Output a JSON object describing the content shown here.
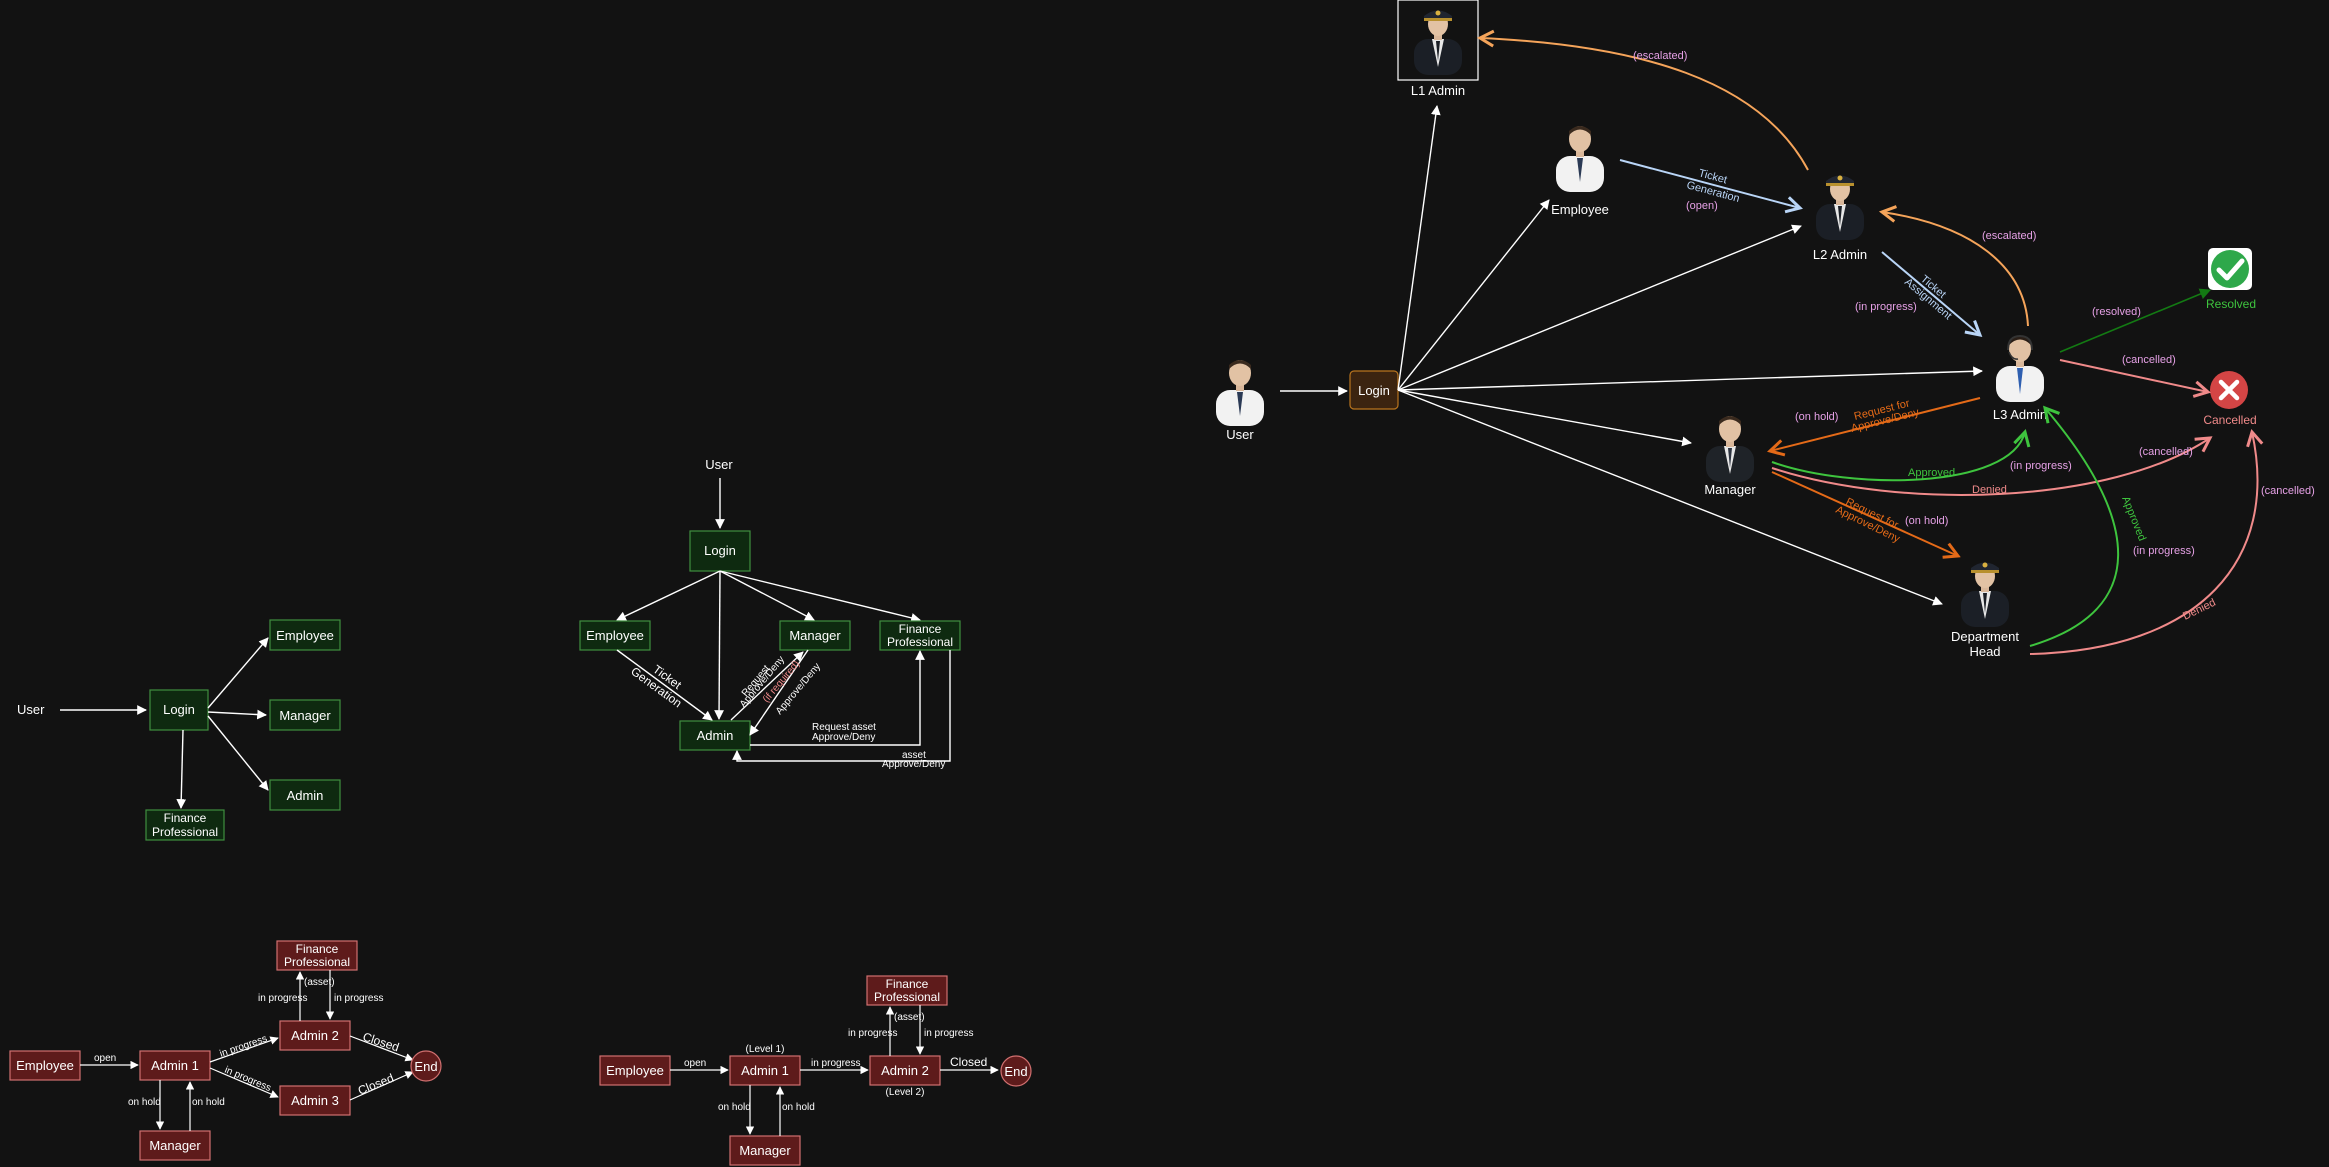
{
  "d1": {
    "user": "User",
    "login": "Login",
    "employee": "Employee",
    "manager": "Manager",
    "admin": "Admin",
    "finance": [
      "Finance",
      "Professional"
    ]
  },
  "d2": {
    "user": "User",
    "login": "Login",
    "employee": "Employee",
    "manager": "Manager",
    "finance": [
      "Finance",
      "Professional"
    ],
    "admin": "Admin",
    "ticket_gen": [
      "Ticket",
      "Generation"
    ],
    "req_approve": [
      "Request",
      "Approve/Deny"
    ],
    "if_required": "(if required)",
    "approve_deny": "Approve/Deny",
    "req_asset": [
      "Request asset",
      "Approve/Deny"
    ],
    "asset": [
      "asset",
      "Approve/Deny"
    ]
  },
  "d3": {
    "employee": "Employee",
    "admin1": "Admin 1",
    "admin2": "Admin 2",
    "admin3": "Admin 3",
    "manager": "Manager",
    "finance": [
      "Finance",
      "Professional"
    ],
    "end": "End",
    "open": "open",
    "in_progress": "in progress",
    "on_hold": "on hold",
    "closed": "Closed",
    "asset": "(asset)"
  },
  "d4": {
    "employee": "Employee",
    "admin1": "Admin 1",
    "admin2": "Admin 2",
    "manager": "Manager",
    "finance": [
      "Finance",
      "Professional"
    ],
    "end": "End",
    "open": "open",
    "in_progress": "in progress",
    "on_hold": "on hold",
    "closed": "Closed",
    "asset": "(asset)",
    "level1": "(Level 1)",
    "level2": "(Level 2)"
  },
  "d5": {
    "user": "User",
    "login": "Login",
    "l1": "L1 Admin",
    "employee": "Employee",
    "l2": "L2 Admin",
    "l3": "L3 Admin",
    "manager": "Manager",
    "dept": [
      "Department",
      "Head"
    ],
    "resolved": "Resolved",
    "cancelled": "Cancelled",
    "escalated": "(escalated)",
    "ticket_gen": [
      "Ticket",
      "Generation"
    ],
    "open": "(open)",
    "ticket_assign": [
      "Ticket",
      "Assignment"
    ],
    "in_progress": "(in progress)",
    "resolved_lbl": "(resolved)",
    "cancelled_lbl": "(cancelled)",
    "on_hold": "(on hold)",
    "req_approve": [
      "Request for",
      "Approve/Deny"
    ],
    "approved": "Approved",
    "denied": "Denied"
  },
  "colors": {
    "background": "#121212",
    "green_box": "#0e2a10",
    "green_border": "#3f8f3f",
    "red_box": "#5e1b1b",
    "red_border": "#d06f6f",
    "escalate": "#f5a45a",
    "assign": "#b9d5f7",
    "request": "#e46a18",
    "approved": "#3ec43e",
    "denied": "#f08a8a",
    "resolved_badge": "#2ea84a",
    "cancelled_badge": "#d44545",
    "label_purple": "#e6a1e6"
  },
  "icons": {
    "person": "person-icon",
    "resolved": "check-circle-icon",
    "cancelled": "close-circle-icon"
  }
}
